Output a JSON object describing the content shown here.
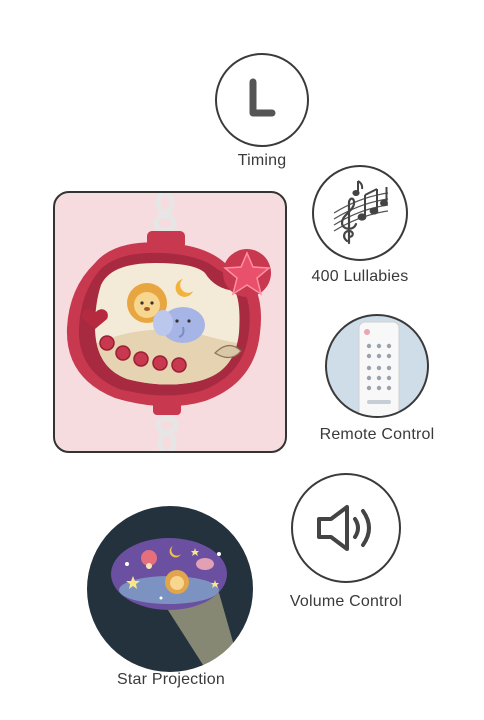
{
  "features": {
    "timing": {
      "label": "Timing",
      "icon": "clock-l-icon"
    },
    "lullabies": {
      "label": "400 Lullabies",
      "icon": "music-notes-icon"
    },
    "remote": {
      "label": "Remote Control",
      "icon": "remote-control-image"
    },
    "volume": {
      "label": "Volume Control",
      "icon": "speaker-volume-icon"
    },
    "projection": {
      "label": "Star Projection",
      "icon": "star-projection-image"
    }
  },
  "product": {
    "icon": "crib-mobile-music-box-image"
  },
  "colors": {
    "outline": "#3a3a3a",
    "card_bg": "#f6dcdf",
    "device_red": "#c8384f",
    "projection_bg": "#24323e",
    "projection_disc": "#6b4fa0"
  }
}
